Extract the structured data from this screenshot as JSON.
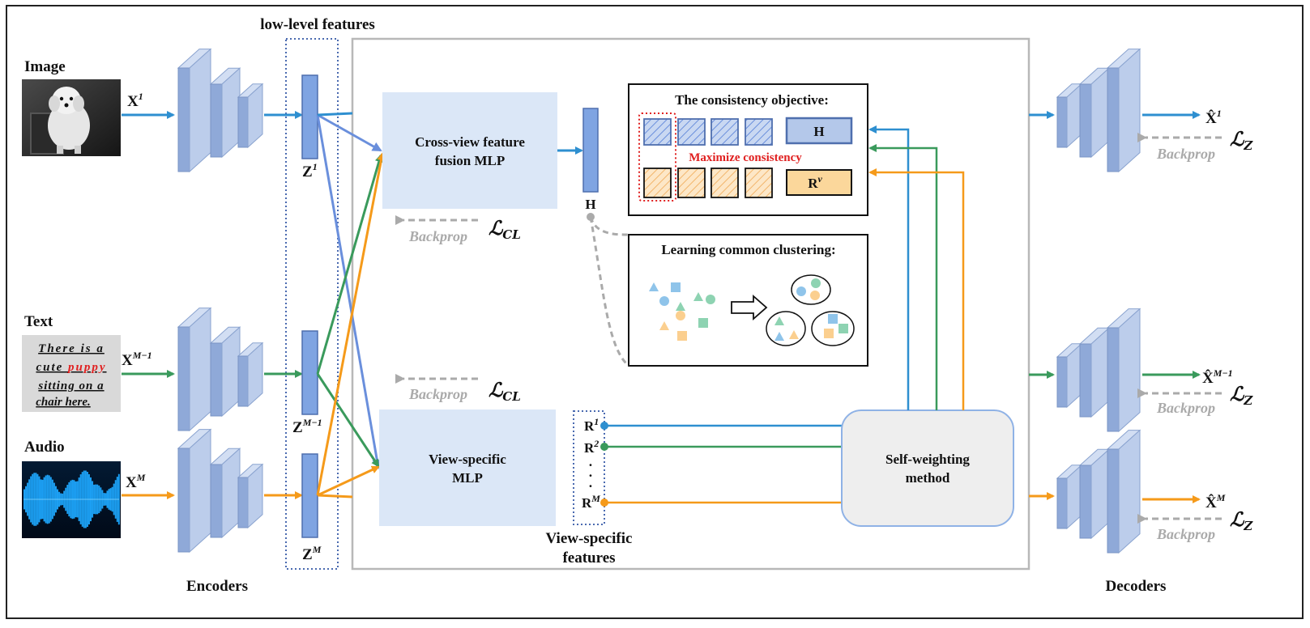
{
  "title": "low-level features",
  "inputs": {
    "image_label": "Image",
    "text_label": "Text",
    "audio_label": "Audio",
    "text_snippet": {
      "line1": "There is a",
      "line2_pre": "cute ",
      "line2_highlight": "puppy",
      "line3": "sitting on a",
      "line4": "chair here."
    }
  },
  "views": {
    "x1": "X",
    "x1_sup": "1",
    "xm1": "X",
    "xm1_sup": "M−1",
    "xm": "X",
    "xm_sup": "M"
  },
  "features": {
    "z1": "Z",
    "z1_sup": "1",
    "zm1": "Z",
    "zm1_sup": "M−1",
    "zm": "Z",
    "zm_sup": "M"
  },
  "modules": {
    "fusion_line1": "Cross-view feature",
    "fusion_line2": "fusion MLP",
    "specific_line1": "View-specific",
    "specific_line2": "MLP",
    "self_weight_line1": "Self-weighting",
    "self_weight_line2": "method",
    "h_label": "H"
  },
  "consistency": {
    "title": "The consistency objective:",
    "h_box": "H",
    "r_box": "R",
    "r_sup": "v",
    "maximize": "Maximize consistency"
  },
  "clustering": {
    "title": "Learning common clustering:"
  },
  "view_specific": {
    "r1": "R",
    "r1_sup": "1",
    "r2": "R",
    "r2_sup": "2",
    "dots": "·",
    "rm": "R",
    "rm_sup": "M",
    "caption_line1": "View-specific",
    "caption_line2": "features"
  },
  "losses": {
    "backprop": "Backprop",
    "lcl": "ℒ",
    "lcl_sub": "CL",
    "lz": "ℒ",
    "lz_sub": "Z"
  },
  "outputs": {
    "xhat1": "X̂",
    "xhat1_sup": "1",
    "xhatm1": "X̂",
    "xhatm1_sup": "M−1",
    "xhatm": "X̂",
    "xhatm_sup": "M"
  },
  "footer": {
    "encoders": "Encoders",
    "decoders": "Decoders"
  },
  "colors": {
    "blue": "#2e8fd0",
    "green": "#3a9a5c",
    "orange": "#f59a1a",
    "periwinkle": "#6a8fdc",
    "block_fill": "#b4c8ea",
    "block_side": "#8aa3cf",
    "module_fill": "#dbe7f7",
    "gray": "#aaaaaa"
  }
}
